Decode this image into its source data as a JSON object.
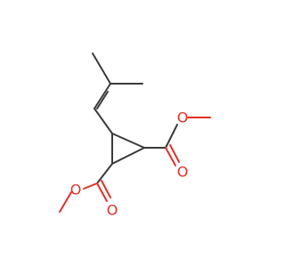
{
  "molecule": {
    "atoms": {
      "o_ketone_right": {
        "label": "O",
        "color": "#e0312a"
      },
      "o_ether_right": {
        "label": "O",
        "color": "#e0312a"
      },
      "o_ketone_left": {
        "label": "O",
        "color": "#e0312a"
      },
      "o_ether_left": {
        "label": "O",
        "color": "#e0312a"
      }
    },
    "bond_color": "#3a3a3a"
  }
}
